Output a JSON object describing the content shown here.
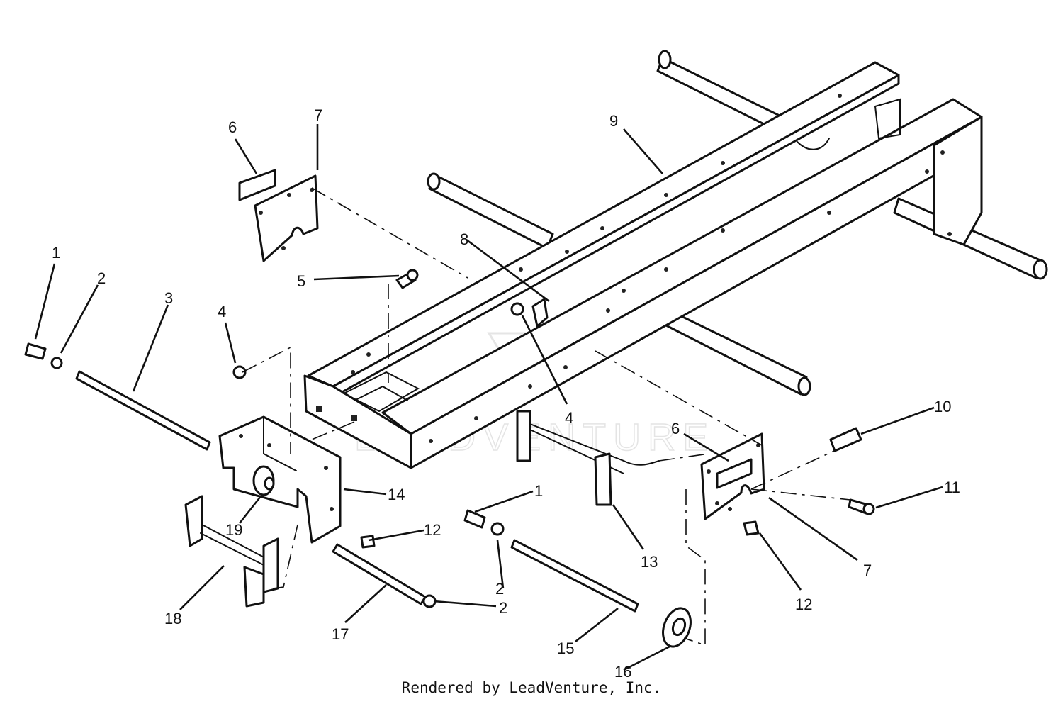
{
  "diagram": {
    "watermark": "LEADVENTURE",
    "callouts": [
      "1",
      "2",
      "3",
      "4",
      "5",
      "6",
      "7",
      "8",
      "9",
      "4",
      "6",
      "7",
      "10",
      "11",
      "1",
      "12",
      "12",
      "13",
      "14",
      "19",
      "18",
      "17",
      "2",
      "15",
      "16"
    ]
  },
  "footer": {
    "credit": "Rendered by LeadVenture, Inc."
  }
}
